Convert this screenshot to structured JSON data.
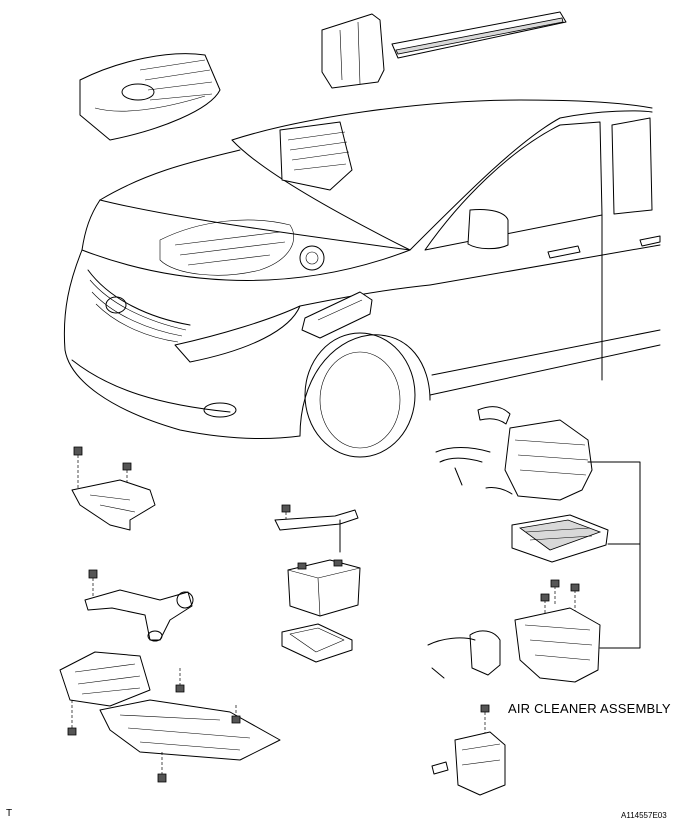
{
  "labels": {
    "air_cleaner_assembly": "AIR CLEANER ASSEMBLY",
    "corner_mark": "T",
    "figure_code": "A114557E03"
  }
}
